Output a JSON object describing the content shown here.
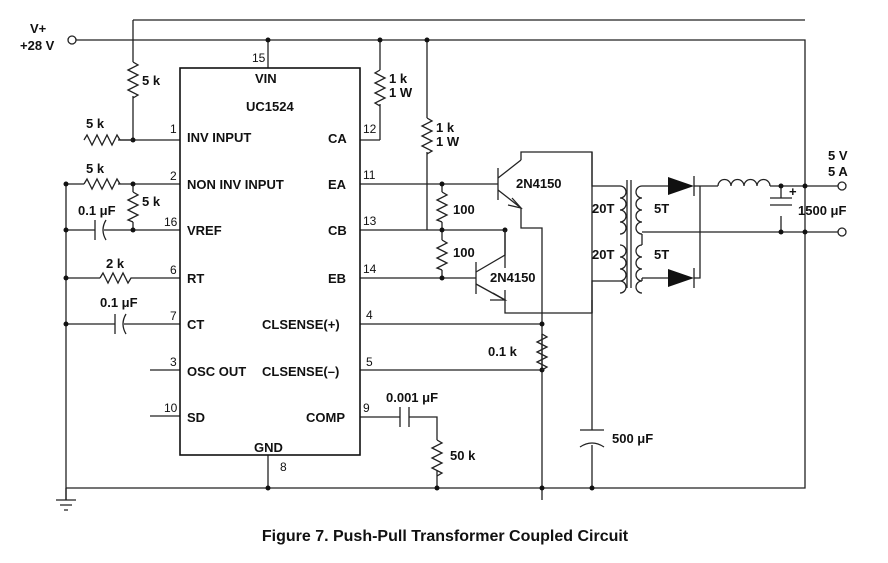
{
  "figure": {
    "caption": "Figure 7. Push-Pull Transformer Coupled Circuit"
  },
  "ic": {
    "name": "UC1524",
    "pins": {
      "vin": {
        "label": "VIN",
        "num": "15"
      },
      "gnd": {
        "label": "GND",
        "num": "8"
      },
      "inv_input": {
        "label": "INV  INPUT",
        "num": "1"
      },
      "non_inv_input": {
        "label": "NON  INV  INPUT",
        "num": "2"
      },
      "vref": {
        "label": "VREF",
        "num": "16"
      },
      "rt": {
        "label": "RT",
        "num": "6"
      },
      "ct": {
        "label": "CT",
        "num": "7"
      },
      "osc_out": {
        "label": "OSC OUT",
        "num": "3"
      },
      "sd": {
        "label": "SD",
        "num": "10"
      },
      "ca": {
        "label": "CA",
        "num": "12"
      },
      "ea": {
        "label": "EA",
        "num": "11"
      },
      "cb": {
        "label": "CB",
        "num": "13"
      },
      "eb": {
        "label": "EB",
        "num": "14"
      },
      "clsense_pos": {
        "label": "CLSENSE(+)",
        "num": "4"
      },
      "clsense_neg": {
        "label": "CLSENSE(–)",
        "num": "5"
      },
      "comp": {
        "label": "COMP",
        "num": "9"
      }
    }
  },
  "supply": {
    "name": "V+",
    "value": "+28 V"
  },
  "output": {
    "voltage": "5 V",
    "current": "5 A"
  },
  "components": {
    "r_top": "5 k",
    "r_inv": "5 k",
    "r_noninv": "5 k",
    "r_vref": "5 k",
    "c_vref": "0.1 μF",
    "r_rt": "2 k",
    "c_ct": "0.1 μF",
    "r_ca": "1 k\n1 W",
    "r_cb": "1 k\n1 W",
    "r_ea": "100",
    "r_eb": "100",
    "q1": "2N4150",
    "q2": "2N4150",
    "r_sense": "0.1 k",
    "c_comp": "0.001  μF",
    "r_comp": "50 k",
    "c_bulk": "500 μF",
    "pri_top": "20T",
    "pri_bot": "20T",
    "sec_top": "5T",
    "sec_bot": "5T",
    "c_out": "1500 μF",
    "c_out_polarity": "+"
  },
  "colors": {
    "line": "#222222",
    "background": "#ffffff"
  }
}
